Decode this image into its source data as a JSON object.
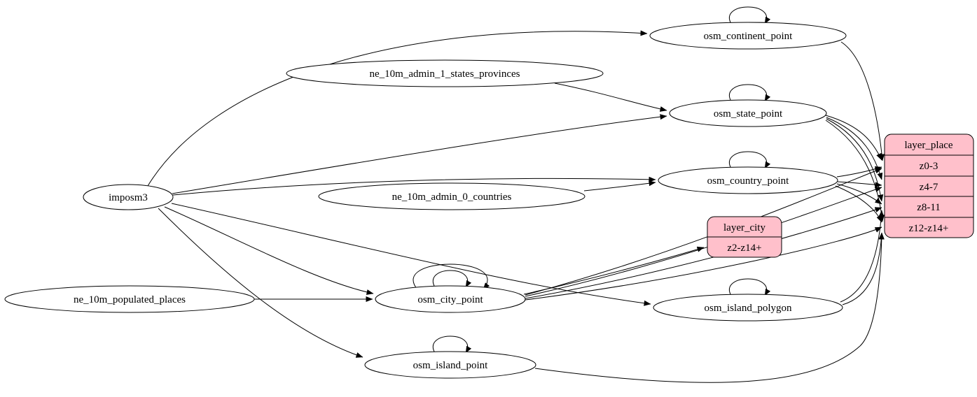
{
  "diagram": {
    "type": "directed-graph",
    "colors": {
      "background": "#ffffff",
      "node_fill": "#ffffff",
      "stroke": "#000000",
      "record_fill": "#ffc0cb"
    },
    "nodes": {
      "imposm3": {
        "label": "imposm3"
      },
      "ne_10m_admin_1_states_provinces": {
        "label": "ne_10m_admin_1_states_provinces"
      },
      "ne_10m_admin_0_countries": {
        "label": "ne_10m_admin_0_countries"
      },
      "ne_10m_populated_places": {
        "label": "ne_10m_populated_places"
      },
      "osm_continent_point": {
        "label": "osm_continent_point"
      },
      "osm_state_point": {
        "label": "osm_state_point"
      },
      "osm_country_point": {
        "label": "osm_country_point"
      },
      "osm_city_point": {
        "label": "osm_city_point"
      },
      "osm_island_polygon": {
        "label": "osm_island_polygon"
      },
      "osm_island_point": {
        "label": "osm_island_point"
      }
    },
    "records": {
      "layer_city": {
        "title": "layer_city",
        "rows": [
          "z2-z14+"
        ]
      },
      "layer_place": {
        "title": "layer_place",
        "rows": [
          "z0-3",
          "z4-7",
          "z8-11",
          "z12-z14+"
        ]
      }
    },
    "edges": [
      {
        "from": "imposm3",
        "to": "osm_continent_point"
      },
      {
        "from": "imposm3",
        "to": "osm_state_point"
      },
      {
        "from": "imposm3",
        "to": "osm_country_point"
      },
      {
        "from": "imposm3",
        "to": "osm_city_point"
      },
      {
        "from": "imposm3",
        "to": "osm_island_polygon"
      },
      {
        "from": "imposm3",
        "to": "osm_island_point"
      },
      {
        "from": "ne_10m_admin_1_states_provinces",
        "to": "osm_state_point"
      },
      {
        "from": "ne_10m_admin_0_countries",
        "to": "osm_country_point"
      },
      {
        "from": "ne_10m_populated_places",
        "to": "osm_city_point"
      },
      {
        "from": "osm_continent_point",
        "to": "osm_continent_point"
      },
      {
        "from": "osm_state_point",
        "to": "osm_state_point"
      },
      {
        "from": "osm_country_point",
        "to": "osm_country_point"
      },
      {
        "from": "osm_city_point",
        "to": "osm_city_point"
      },
      {
        "from": "osm_island_polygon",
        "to": "osm_island_polygon"
      },
      {
        "from": "osm_island_point",
        "to": "osm_island_point"
      },
      {
        "from": "osm_continent_point",
        "to": "layer_place:z0-3"
      },
      {
        "from": "osm_state_point",
        "to": "layer_place:z0-3"
      },
      {
        "from": "osm_state_point",
        "to": "layer_place:z4-7"
      },
      {
        "from": "osm_state_point",
        "to": "layer_place:z8-11"
      },
      {
        "from": "osm_state_point",
        "to": "layer_place:z12-z14+"
      },
      {
        "from": "osm_country_point",
        "to": "layer_place:z0-3"
      },
      {
        "from": "osm_country_point",
        "to": "layer_place:z4-7"
      },
      {
        "from": "osm_country_point",
        "to": "layer_place:z8-11"
      },
      {
        "from": "osm_country_point",
        "to": "layer_place:z12-z14+"
      },
      {
        "from": "osm_city_point",
        "to": "layer_place:z0-3"
      },
      {
        "from": "osm_city_point",
        "to": "layer_place:z4-7"
      },
      {
        "from": "osm_city_point",
        "to": "layer_place:z8-11"
      },
      {
        "from": "osm_city_point",
        "to": "layer_place:z12-z14+"
      },
      {
        "from": "osm_city_point",
        "to": "layer_city:z2-z14+"
      },
      {
        "from": "osm_island_polygon",
        "to": "layer_place:z8-11"
      },
      {
        "from": "osm_island_polygon",
        "to": "layer_place:z12-z14+"
      },
      {
        "from": "osm_island_point",
        "to": "layer_place:z12-z14+"
      }
    ]
  }
}
